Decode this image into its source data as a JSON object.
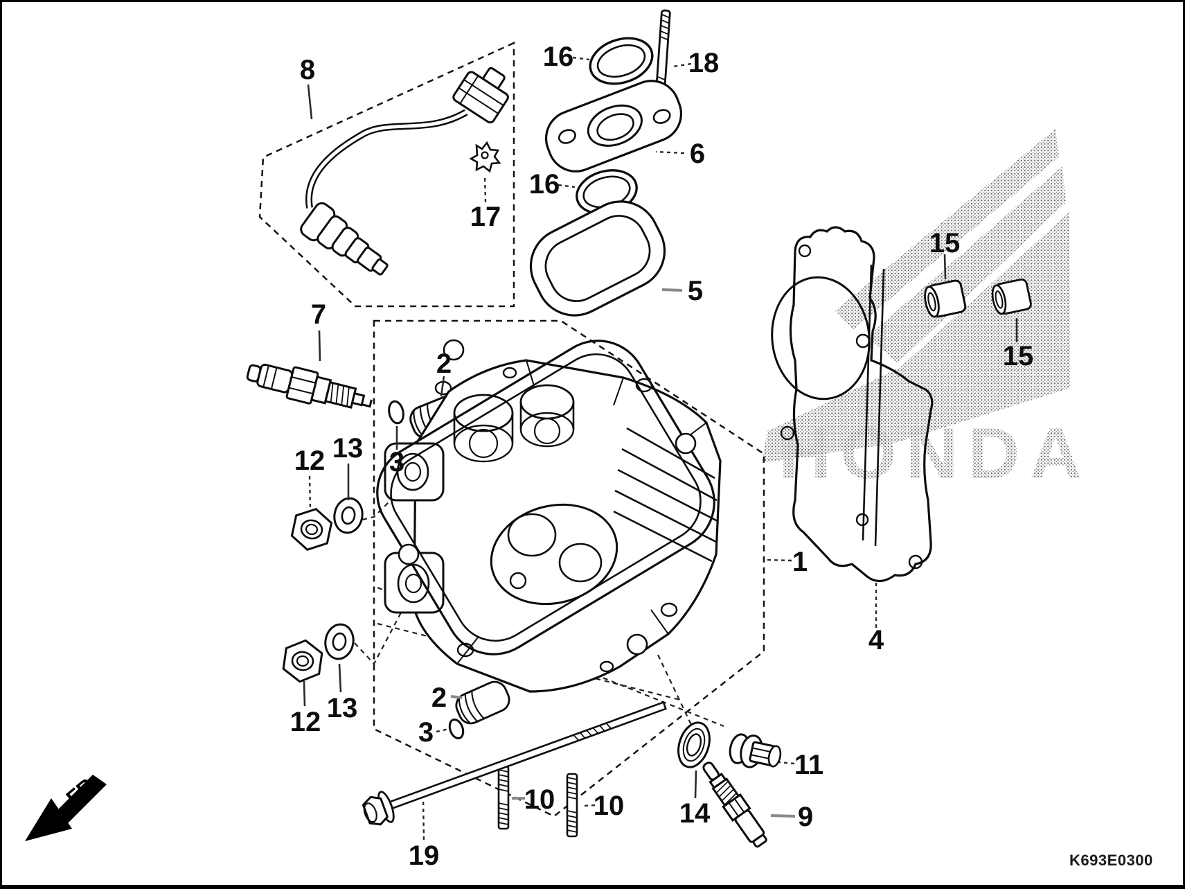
{
  "watermark": {
    "brand": "HONDA"
  },
  "footer": {
    "diagram_code": "K693E0300"
  },
  "orientation": {
    "front_label": "FR."
  },
  "part_labels": {
    "p1": "1",
    "p2a": "2",
    "p2b": "2",
    "p3a": "3",
    "p3b": "3",
    "p4": "4",
    "p5": "5",
    "p6": "6",
    "p7": "7",
    "p8": "8",
    "p9": "9",
    "p10a": "10",
    "p10b": "10",
    "p11": "11",
    "p12a": "12",
    "p12b": "12",
    "p13a": "13",
    "p13b": "13",
    "p14": "14",
    "p15a": "15",
    "p15b": "15",
    "p16a": "16",
    "p16b": "16",
    "p17": "17",
    "p18": "18",
    "p19": "19"
  }
}
